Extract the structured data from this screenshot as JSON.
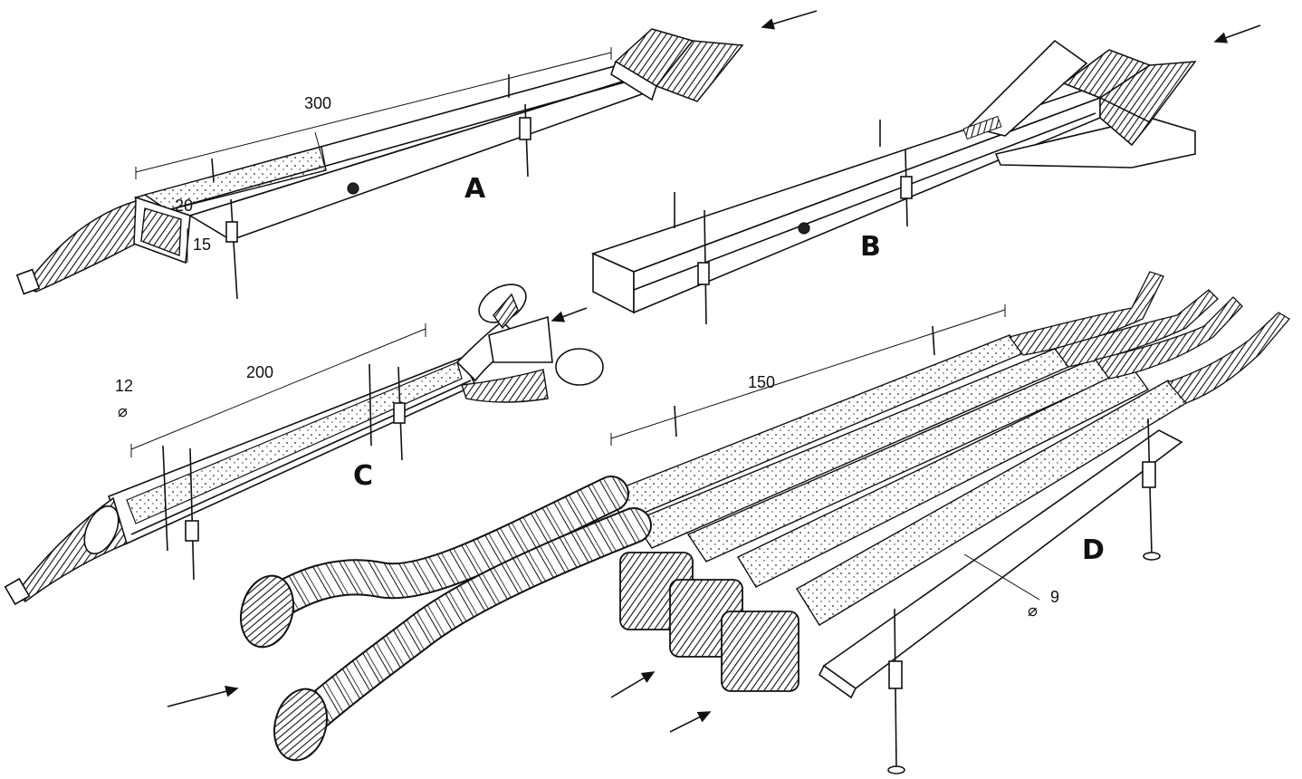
{
  "figure": {
    "panels": {
      "a": {
        "letter": "A",
        "length": "300",
        "width": "20",
        "height": "15"
      },
      "b": {
        "letter": "B"
      },
      "c": {
        "letter": "C",
        "length": "200",
        "diameter": "12"
      },
      "d": {
        "letter": "D",
        "length": "150",
        "diameter": "9"
      }
    },
    "diameter_symbol": "⌀"
  }
}
